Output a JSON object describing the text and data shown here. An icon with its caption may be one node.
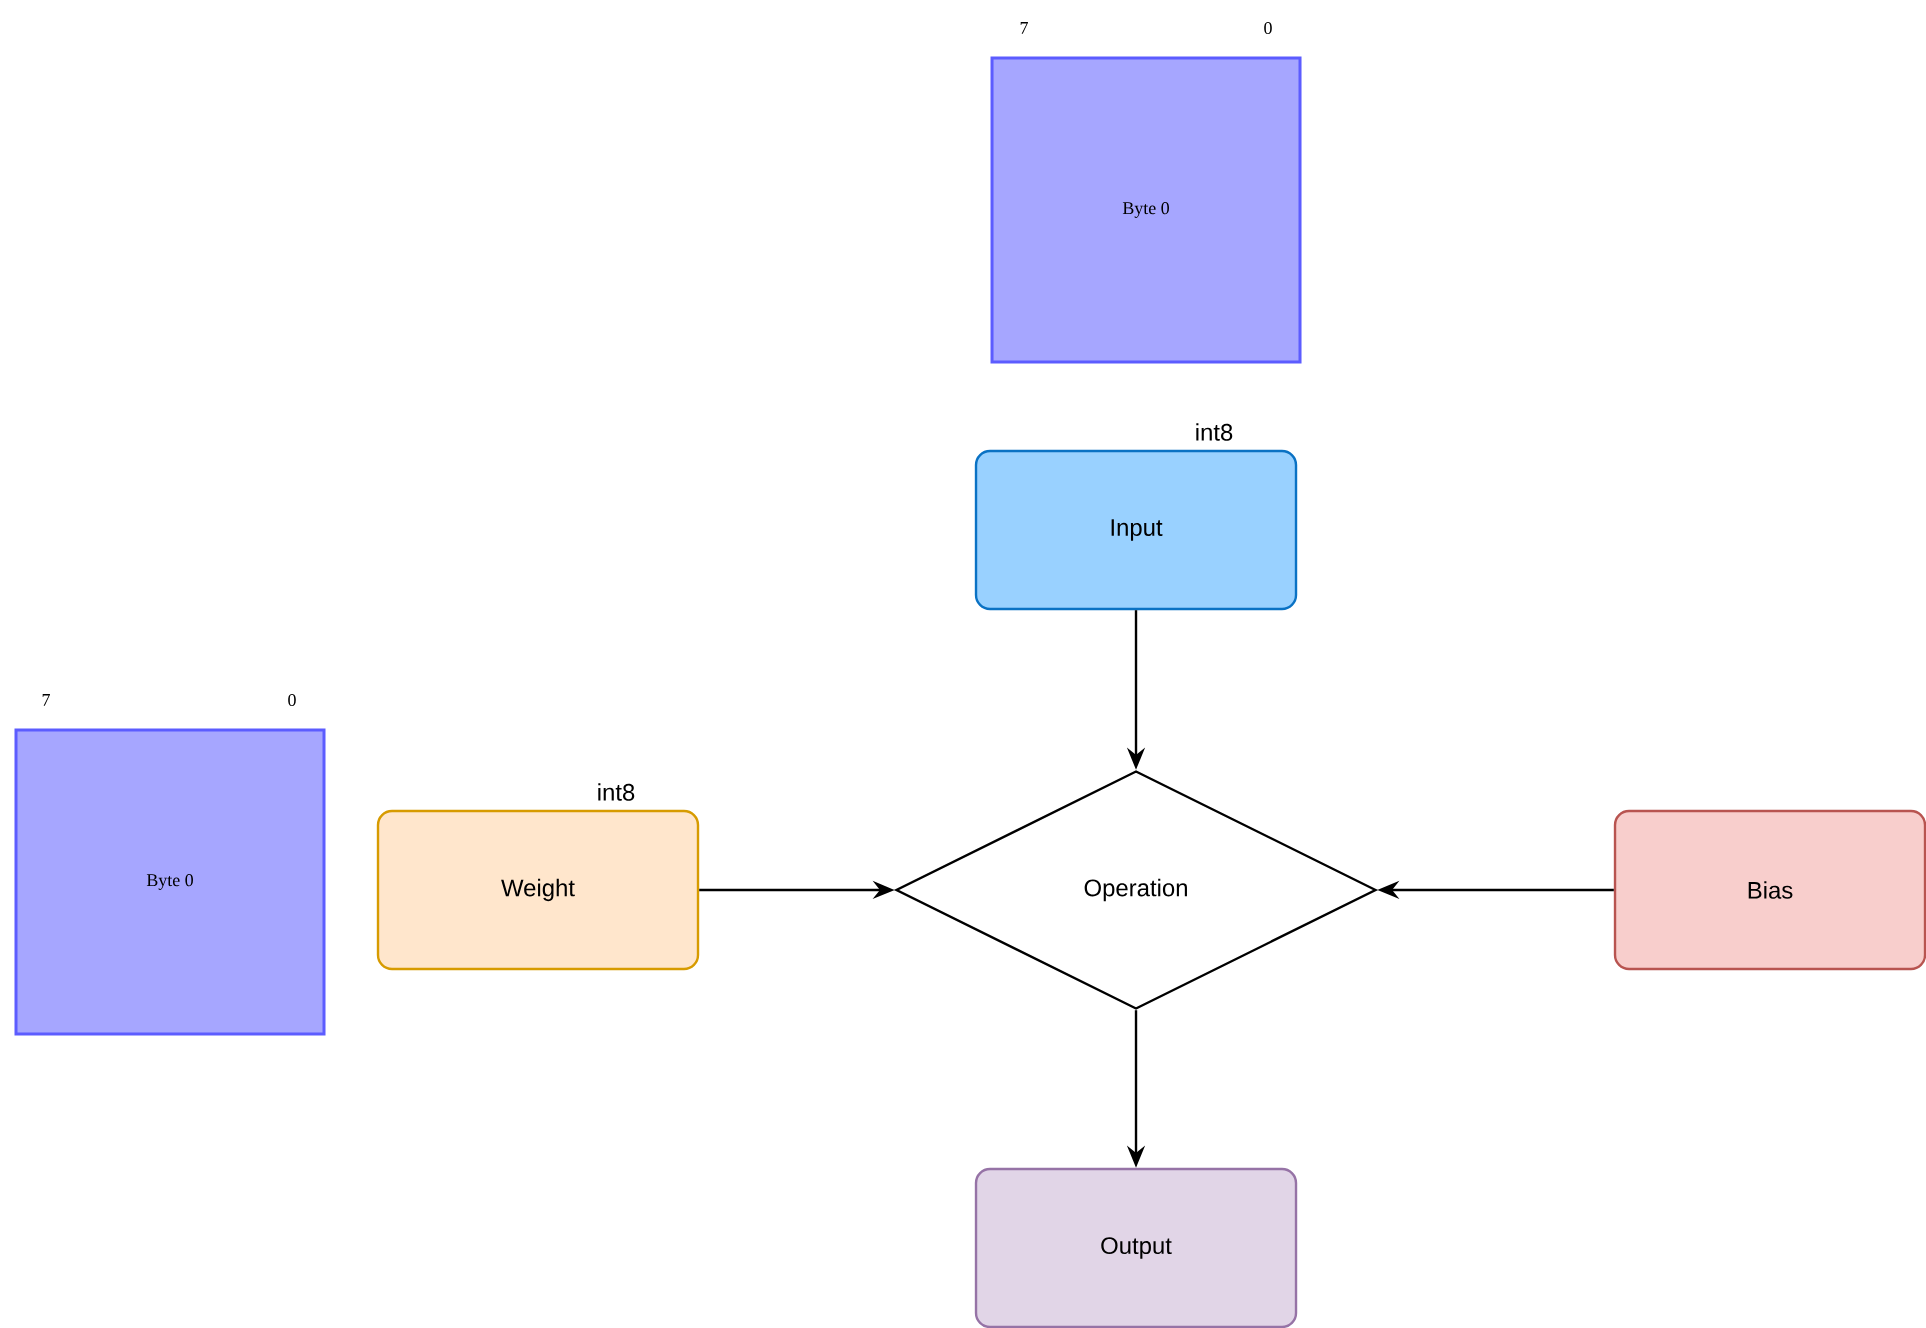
{
  "diagram": {
    "nodes": [
      {
        "text": [
          "Byte 0"
        ],
        "beside": [
          "7",
          "0"
        ]
      },
      {
        "text": [
          "Input"
        ],
        "beside": [
          "int8"
        ]
      },
      {
        "text": [
          "Byte 0"
        ],
        "beside": [
          "7",
          "0"
        ]
      },
      {
        "text": [
          "Weight"
        ],
        "beside": [
          "int8"
        ]
      },
      {
        "text": [
          "Operation"
        ]
      },
      {
        "text": [
          "Bias"
        ]
      },
      {
        "text": [
          "Output"
        ]
      }
    ],
    "edges": [
      {
        "from": 1,
        "to": 4,
        "arrow": "to"
      },
      {
        "from": 3,
        "to": 4,
        "arrow": "to"
      },
      {
        "from": 5,
        "to": 4,
        "arrow": "to"
      },
      {
        "from": 4,
        "to": 6,
        "arrow": "to"
      }
    ]
  }
}
